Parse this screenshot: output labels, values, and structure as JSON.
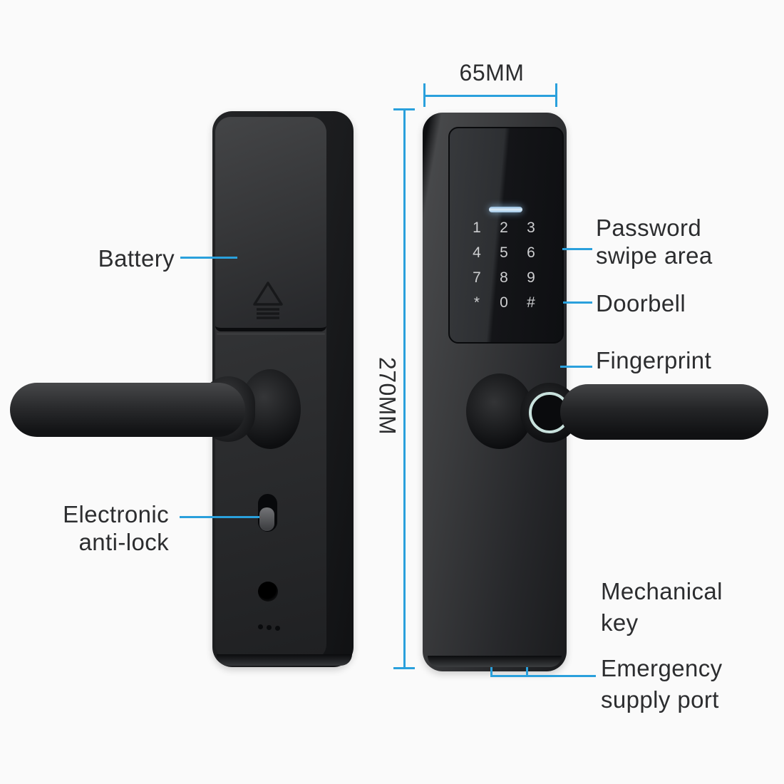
{
  "colors": {
    "leader_blue": "#2aa0dc",
    "label_text": "#2c2d2f",
    "led_blue": "#dcedf9",
    "fingerprint_ring": "#c9e2dd"
  },
  "dimensions": {
    "width": "65MM",
    "height": "270MM"
  },
  "left_lock": {
    "battery_label": "Battery",
    "anti_lock_line1": "Electronic",
    "anti_lock_line2": "anti-lock"
  },
  "right_lock": {
    "keypad": [
      "1",
      "2",
      "3",
      "4",
      "5",
      "6",
      "7",
      "8",
      "9",
      "*",
      "0",
      "#"
    ],
    "password_line1": "Password",
    "password_line2": "swipe area",
    "doorbell_label": "Doorbell",
    "fingerprint_label": "Fingerprint",
    "mechanical_line1": "Mechanical",
    "mechanical_line2": "key",
    "emergency_line1": "Emergency",
    "emergency_line2": "supply port"
  }
}
